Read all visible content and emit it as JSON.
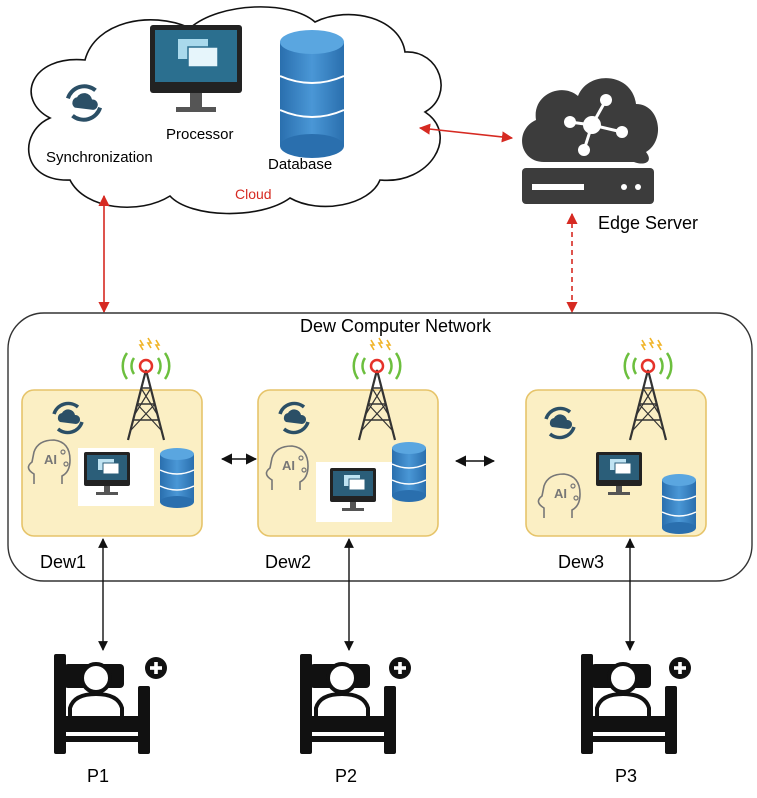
{
  "cloud": {
    "processor_label": "Processor",
    "synchronization_label": "Synchronization",
    "database_label": "Database",
    "cloud_label": "Cloud"
  },
  "edge_server": {
    "label": "Edge Server"
  },
  "network": {
    "title": "Dew Computer Network",
    "nodes": [
      {
        "label": "Dew1"
      },
      {
        "label": "Dew2"
      },
      {
        "label": "Dew3"
      }
    ]
  },
  "patients": [
    {
      "label": "P1"
    },
    {
      "label": "P2"
    },
    {
      "label": "P3"
    }
  ],
  "colors": {
    "red_arrow": "#d62a22",
    "dew_box_fill": "#fbefc4",
    "dew_box_stroke": "#e6c46a",
    "db_blue": "#2e78b8",
    "edge_icon": "#3c3c3c",
    "cloud_label": "#d62a22"
  }
}
